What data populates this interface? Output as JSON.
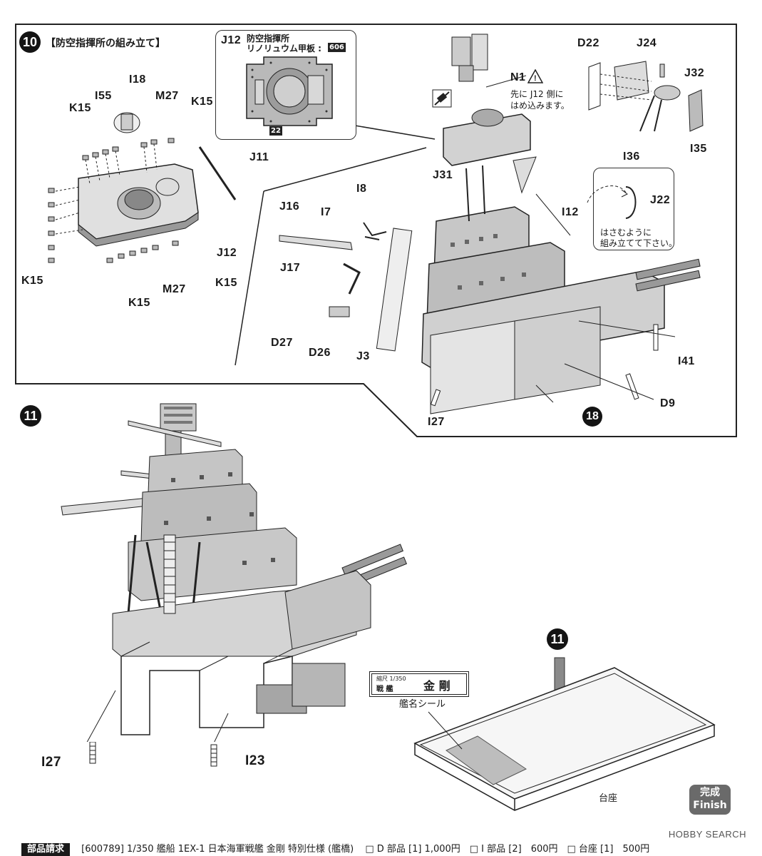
{
  "step10": {
    "number": "10",
    "title": "【防空指揮所の組み立て】",
    "inset_j12": {
      "part": "J12",
      "title_line1": "防空指揮所",
      "title_line2": "リノリュウム甲板 :",
      "color_code": "606",
      "color_code2": "22"
    },
    "n1_note": {
      "part": "N1",
      "line1": "先に J12 側に",
      "line2": "はめ込みます。"
    },
    "j22_note": {
      "part": "J22",
      "line1": "はさむように",
      "line2": "組み立てて下さい。"
    },
    "labels": {
      "I18": "I18",
      "I55": "I55",
      "M27a": "M27",
      "K15a": "K15",
      "K15b": "K15",
      "J11": "J11",
      "K15c": "K15",
      "J12": "J12",
      "K15d": "K15",
      "M27b": "M27",
      "K15e": "K15",
      "D22": "D22",
      "J24": "J24",
      "J32": "J32",
      "I36": "I36",
      "I35": "I35",
      "J31": "J31",
      "I12": "I12",
      "I8": "I8",
      "J16": "J16",
      "I7": "I7",
      "J17": "J17",
      "D27": "D27",
      "D26": "D26",
      "J3": "J3",
      "I41": "I41",
      "D9": "D9",
      "I27": "I27",
      "ref18": "18"
    }
  },
  "step11": {
    "number": "11",
    "labels": {
      "I27": "I27",
      "I23": "I23"
    },
    "base_step": "11",
    "nameplate": {
      "scale": "縮尺 1/350",
      "type": "戦 艦",
      "name": "金 剛"
    },
    "seal_label": "艦名シール",
    "stand_label": "台座",
    "finish": {
      "ja": "完成",
      "en": "Finish"
    }
  },
  "footer": {
    "heading": "部品請求",
    "text": "[600789] 1/350 艦船 1EX-1 日本海軍戦艦 金剛 特別仕様 (艦橋)",
    "parts": "□ D 部品 [1] 1,000円　□ I 部品 [2]　600円　□ 台座 [1]　500円"
  },
  "watermark": "HOBBY SEARCH"
}
